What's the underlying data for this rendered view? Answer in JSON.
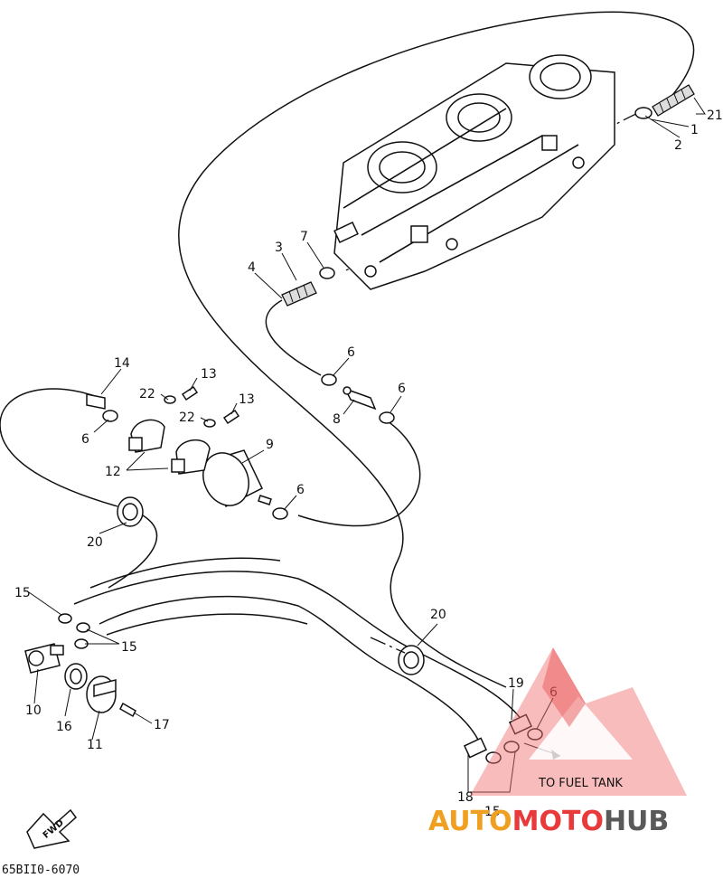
{
  "callouts": [
    "1",
    "2",
    "3",
    "4",
    "6",
    "6",
    "6",
    "6",
    "6",
    "7",
    "8",
    "9",
    "10",
    "11",
    "12",
    "13",
    "13",
    "14",
    "15",
    "15",
    "15",
    "16",
    "17",
    "18",
    "19",
    "20",
    "20",
    "21",
    "22",
    "22"
  ],
  "labels": {
    "to_fuel_tank": "TO FUEL TANK",
    "fwd": "FWD",
    "part_code": "65BII0-6070"
  },
  "watermark": {
    "auto": "AUTO",
    "moto": "MOTO",
    "hub": "HUB",
    "colors": {
      "auto": "#f0a020",
      "moto": "#e83a3a",
      "hub": "#5a5a5a",
      "logo": "#f07070"
    }
  }
}
